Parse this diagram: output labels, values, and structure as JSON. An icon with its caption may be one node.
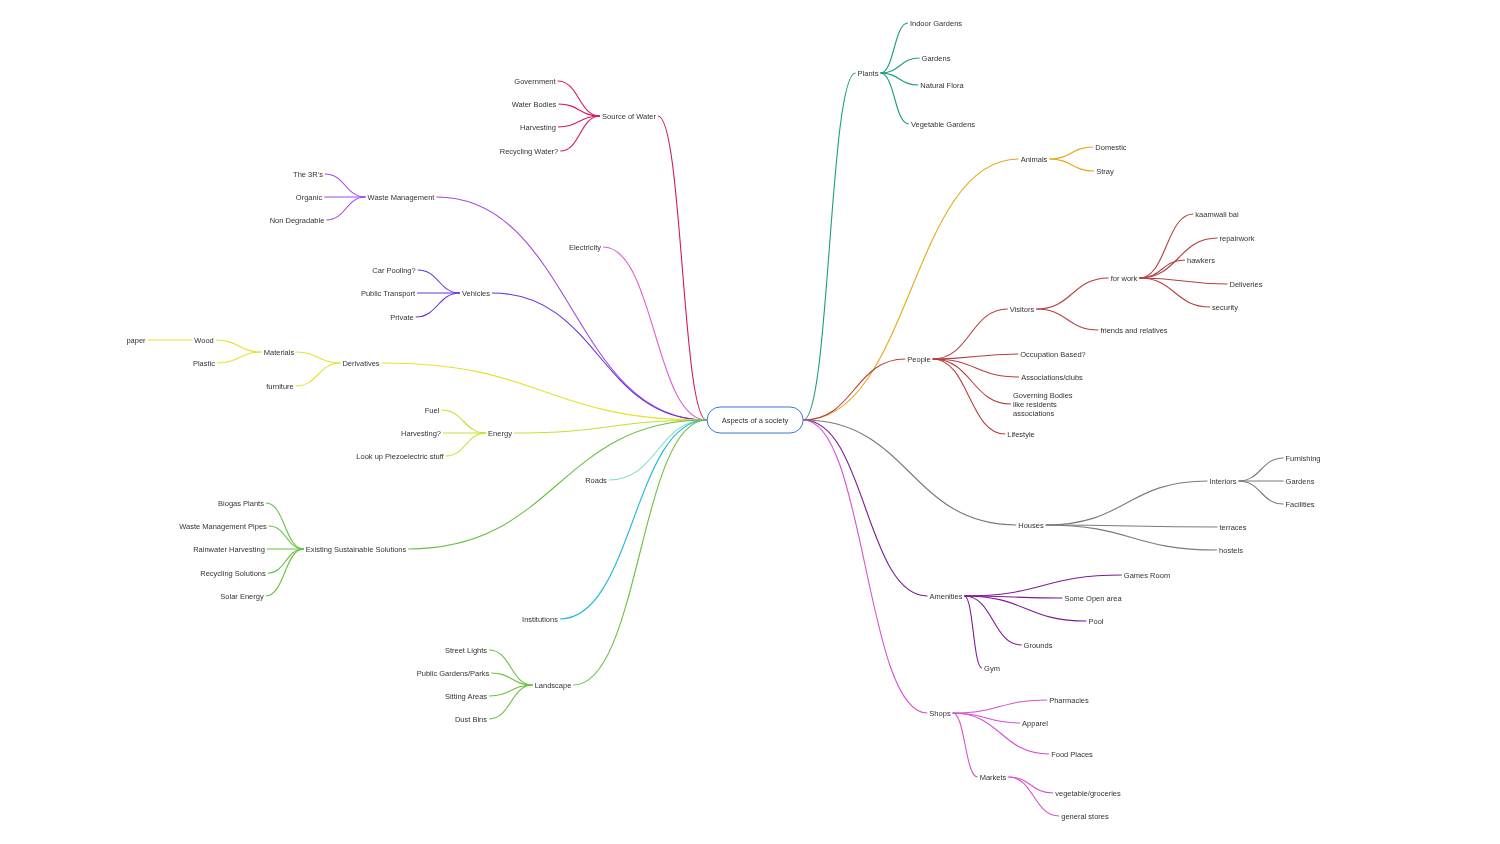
{
  "diagram": {
    "nodes": [
      {
        "text": [
          "Aspects of a society"
        ]
      },
      {
        "text": [
          "Plants"
        ]
      },
      {
        "text": [
          "Indoor Gardens"
        ]
      },
      {
        "text": [
          "Gardens"
        ]
      },
      {
        "text": [
          "Natural Flora"
        ]
      },
      {
        "text": [
          "Vegetable Gardens"
        ]
      },
      {
        "text": [
          "Animals"
        ]
      },
      {
        "text": [
          "Domestic"
        ]
      },
      {
        "text": [
          "Stray"
        ]
      },
      {
        "text": [
          "People"
        ]
      },
      {
        "text": [
          "Visitors"
        ]
      },
      {
        "text": [
          "for work"
        ]
      },
      {
        "text": [
          "kaamwali bai"
        ]
      },
      {
        "text": [
          "repairwork"
        ]
      },
      {
        "text": [
          "hawkers"
        ]
      },
      {
        "text": [
          "Deliveries"
        ]
      },
      {
        "text": [
          "security"
        ]
      },
      {
        "text": [
          "friends and relatives"
        ]
      },
      {
        "text": [
          "Occupation Based?"
        ]
      },
      {
        "text": [
          "Associations/clubs"
        ]
      },
      {
        "text": [
          "Governing Bodies like residents associations"
        ]
      },
      {
        "text": [
          "Lifestyle"
        ]
      },
      {
        "text": [
          "Houses"
        ]
      },
      {
        "text": [
          "Interiors"
        ]
      },
      {
        "text": [
          "Furnishing"
        ]
      },
      {
        "text": [
          "Gardens"
        ]
      },
      {
        "text": [
          "Facilities"
        ]
      },
      {
        "text": [
          "terraces"
        ]
      },
      {
        "text": [
          "hostels"
        ]
      },
      {
        "text": [
          "Amenities"
        ]
      },
      {
        "text": [
          "Games Room"
        ]
      },
      {
        "text": [
          "Some Open area"
        ]
      },
      {
        "text": [
          "Pool"
        ]
      },
      {
        "text": [
          "Grounds"
        ]
      },
      {
        "text": [
          "Gym"
        ]
      },
      {
        "text": [
          "Shops"
        ]
      },
      {
        "text": [
          "Pharmacies"
        ]
      },
      {
        "text": [
          "Apparel"
        ]
      },
      {
        "text": [
          "Food Places"
        ]
      },
      {
        "text": [
          "Markets"
        ]
      },
      {
        "text": [
          "vegetable/groceries"
        ]
      },
      {
        "text": [
          "general stores"
        ]
      },
      {
        "text": [
          "Source of Water"
        ]
      },
      {
        "text": [
          "Government"
        ]
      },
      {
        "text": [
          "Water Bodies"
        ]
      },
      {
        "text": [
          "Harvesting"
        ]
      },
      {
        "text": [
          "Recycling Water?"
        ]
      },
      {
        "text": [
          "Waste Management"
        ]
      },
      {
        "text": [
          "The 3R's"
        ]
      },
      {
        "text": [
          "Organic"
        ]
      },
      {
        "text": [
          "Non Degradable"
        ]
      },
      {
        "text": [
          "Electricity"
        ]
      },
      {
        "text": [
          "Vehicles"
        ]
      },
      {
        "text": [
          "Car Pooling?"
        ]
      },
      {
        "text": [
          "Public Transport"
        ]
      },
      {
        "text": [
          "Private"
        ]
      },
      {
        "text": [
          "Derivatives"
        ]
      },
      {
        "text": [
          "Materials"
        ]
      },
      {
        "text": [
          "Wood"
        ]
      },
      {
        "text": [
          "paper"
        ]
      },
      {
        "text": [
          "Plastic"
        ]
      },
      {
        "text": [
          "furniture"
        ]
      },
      {
        "text": [
          "Energy"
        ]
      },
      {
        "text": [
          "Fuel"
        ]
      },
      {
        "text": [
          "Harvesting?"
        ]
      },
      {
        "text": [
          "Look up Piezoelectric stuff"
        ]
      },
      {
        "text": [
          "Roads"
        ]
      },
      {
        "text": [
          "Existing Sustainable Solutions"
        ]
      },
      {
        "text": [
          "Biogas Plants"
        ]
      },
      {
        "text": [
          "Waste Management Pipes"
        ]
      },
      {
        "text": [
          "Rainwater Harvesting"
        ]
      },
      {
        "text": [
          "Recycling Solutions"
        ]
      },
      {
        "text": [
          "Solar Energy"
        ]
      },
      {
        "text": [
          "Institutions"
        ]
      },
      {
        "text": [
          "Landscape"
        ]
      },
      {
        "text": [
          "Street Lights"
        ]
      },
      {
        "text": [
          "Public Gardens/Parks"
        ]
      },
      {
        "text": [
          "Sitting Areas"
        ]
      },
      {
        "text": [
          "Dust Bins"
        ]
      }
    ],
    "edges": [
      {
        "from": 0,
        "to": 1,
        "arrow": "none",
        "color": "#1a9e7e"
      },
      {
        "from": 1,
        "to": 2,
        "arrow": "none",
        "color": "#1a9e7e"
      },
      {
        "from": 1,
        "to": 3,
        "arrow": "none",
        "color": "#1a9e7e"
      },
      {
        "from": 1,
        "to": 4,
        "arrow": "none",
        "color": "#1a9e7e"
      },
      {
        "from": 1,
        "to": 5,
        "arrow": "none",
        "color": "#1a9e7e"
      },
      {
        "from": 0,
        "to": 6,
        "arrow": "none",
        "color": "#e6a817"
      },
      {
        "from": 6,
        "to": 7,
        "arrow": "none",
        "color": "#e6a817"
      },
      {
        "from": 6,
        "to": 8,
        "arrow": "none",
        "color": "#e6a817"
      },
      {
        "from": 0,
        "to": 9,
        "arrow": "none",
        "color": "#b5403f"
      },
      {
        "from": 9,
        "to": 10,
        "arrow": "none",
        "color": "#b5403f"
      },
      {
        "from": 10,
        "to": 11,
        "arrow": "none",
        "color": "#b5403f"
      },
      {
        "from": 11,
        "to": 12,
        "arrow": "none",
        "color": "#b5403f"
      },
      {
        "from": 11,
        "to": 13,
        "arrow": "none",
        "color": "#b5403f"
      },
      {
        "from": 11,
        "to": 14,
        "arrow": "none",
        "color": "#b5403f"
      },
      {
        "from": 11,
        "to": 15,
        "arrow": "none",
        "color": "#b5403f"
      },
      {
        "from": 11,
        "to": 16,
        "arrow": "none",
        "color": "#b5403f"
      },
      {
        "from": 10,
        "to": 17,
        "arrow": "none",
        "color": "#b5403f"
      },
      {
        "from": 9,
        "to": 18,
        "arrow": "none",
        "color": "#b5403f"
      },
      {
        "from": 9,
        "to": 19,
        "arrow": "none",
        "color": "#b5403f"
      },
      {
        "from": 9,
        "to": 20,
        "arrow": "none",
        "color": "#b5403f"
      },
      {
        "from": 9,
        "to": 21,
        "arrow": "none",
        "color": "#b5403f"
      },
      {
        "from": 0,
        "to": 22,
        "arrow": "none",
        "color": "#7a7a7a"
      },
      {
        "from": 22,
        "to": 23,
        "arrow": "none",
        "color": "#7a7a7a"
      },
      {
        "from": 23,
        "to": 24,
        "arrow": "none",
        "color": "#7a7a7a"
      },
      {
        "from": 23,
        "to": 25,
        "arrow": "none",
        "color": "#7a7a7a"
      },
      {
        "from": 23,
        "to": 26,
        "arrow": "none",
        "color": "#7a7a7a"
      },
      {
        "from": 22,
        "to": 27,
        "arrow": "none",
        "color": "#7a7a7a"
      },
      {
        "from": 22,
        "to": 28,
        "arrow": "none",
        "color": "#7a7a7a"
      },
      {
        "from": 0,
        "to": 29,
        "arrow": "none",
        "color": "#7d1a96"
      },
      {
        "from": 29,
        "to": 30,
        "arrow": "none",
        "color": "#7d1a96"
      },
      {
        "from": 29,
        "to": 31,
        "arrow": "none",
        "color": "#7d1a96"
      },
      {
        "from": 29,
        "to": 32,
        "arrow": "none",
        "color": "#7d1a96"
      },
      {
        "from": 29,
        "to": 33,
        "arrow": "none",
        "color": "#7d1a96"
      },
      {
        "from": 29,
        "to": 34,
        "arrow": "none",
        "color": "#7d1a96"
      },
      {
        "from": 0,
        "to": 35,
        "arrow": "none",
        "color": "#d84fd0"
      },
      {
        "from": 35,
        "to": 36,
        "arrow": "none",
        "color": "#d84fd0"
      },
      {
        "from": 35,
        "to": 37,
        "arrow": "none",
        "color": "#d84fd0"
      },
      {
        "from": 35,
        "to": 38,
        "arrow": "none",
        "color": "#d84fd0"
      },
      {
        "from": 35,
        "to": 39,
        "arrow": "none",
        "color": "#d84fd0"
      },
      {
        "from": 39,
        "to": 40,
        "arrow": "none",
        "color": "#d84fd0"
      },
      {
        "from": 39,
        "to": 41,
        "arrow": "none",
        "color": "#d84fd0"
      },
      {
        "from": 0,
        "to": 42,
        "arrow": "none",
        "color": "#d6175f"
      },
      {
        "from": 42,
        "to": 43,
        "arrow": "none",
        "color": "#d6175f"
      },
      {
        "from": 42,
        "to": 44,
        "arrow": "none",
        "color": "#d6175f"
      },
      {
        "from": 42,
        "to": 45,
        "arrow": "none",
        "color": "#d6175f"
      },
      {
        "from": 42,
        "to": 46,
        "arrow": "none",
        "color": "#d6175f"
      },
      {
        "from": 0,
        "to": 47,
        "arrow": "none",
        "color": "#a347e0"
      },
      {
        "from": 47,
        "to": 48,
        "arrow": "none",
        "color": "#a347e0"
      },
      {
        "from": 47,
        "to": 49,
        "arrow": "none",
        "color": "#a347e0"
      },
      {
        "from": 47,
        "to": 50,
        "arrow": "none",
        "color": "#a347e0"
      },
      {
        "from": 0,
        "to": 51,
        "arrow": "none",
        "color": "#e060d8"
      },
      {
        "from": 0,
        "to": 52,
        "arrow": "none",
        "color": "#6a32d8"
      },
      {
        "from": 52,
        "to": 53,
        "arrow": "none",
        "color": "#6a32d8"
      },
      {
        "from": 52,
        "to": 54,
        "arrow": "none",
        "color": "#6a32d8"
      },
      {
        "from": 52,
        "to": 55,
        "arrow": "none",
        "color": "#6a32d8"
      },
      {
        "from": 0,
        "to": 56,
        "arrow": "none",
        "color": "#e8e030"
      },
      {
        "from": 56,
        "to": 57,
        "arrow": "none",
        "color": "#e8e030"
      },
      {
        "from": 57,
        "to": 58,
        "arrow": "none",
        "color": "#e8e030"
      },
      {
        "from": 58,
        "to": 59,
        "arrow": "none",
        "color": "#e8e030"
      },
      {
        "from": 57,
        "to": 60,
        "arrow": "none",
        "color": "#e8e030"
      },
      {
        "from": 56,
        "to": 61,
        "arrow": "none",
        "color": "#e8e030"
      },
      {
        "from": 0,
        "to": 62,
        "arrow": "none",
        "color": "#c4e030"
      },
      {
        "from": 62,
        "to": 63,
        "arrow": "none",
        "color": "#c4e030"
      },
      {
        "from": 62,
        "to": 64,
        "arrow": "none",
        "color": "#c4e030"
      },
      {
        "from": 62,
        "to": 65,
        "arrow": "none",
        "color": "#c4e030"
      },
      {
        "from": 0,
        "to": 66,
        "arrow": "none",
        "color": "#80dcc8"
      },
      {
        "from": 0,
        "to": 67,
        "arrow": "none",
        "color": "#66c040"
      },
      {
        "from": 67,
        "to": 68,
        "arrow": "none",
        "color": "#66c040"
      },
      {
        "from": 67,
        "to": 69,
        "arrow": "none",
        "color": "#66c040"
      },
      {
        "from": 67,
        "to": 70,
        "arrow": "none",
        "color": "#66c040"
      },
      {
        "from": 67,
        "to": 71,
        "arrow": "none",
        "color": "#66c040"
      },
      {
        "from": 67,
        "to": 72,
        "arrow": "none",
        "color": "#66c040"
      },
      {
        "from": 0,
        "to": 73,
        "arrow": "none",
        "color": "#20b8d8"
      },
      {
        "from": 0,
        "to": 74,
        "arrow": "none",
        "color": "#6cc040"
      },
      {
        "from": 74,
        "to": 75,
        "arrow": "none",
        "color": "#6cc040"
      },
      {
        "from": 74,
        "to": 76,
        "arrow": "none",
        "color": "#6cc040"
      },
      {
        "from": 74,
        "to": 77,
        "arrow": "none",
        "color": "#6cc040"
      },
      {
        "from": 74,
        "to": 78,
        "arrow": "none",
        "color": "#6cc040"
      }
    ]
  }
}
